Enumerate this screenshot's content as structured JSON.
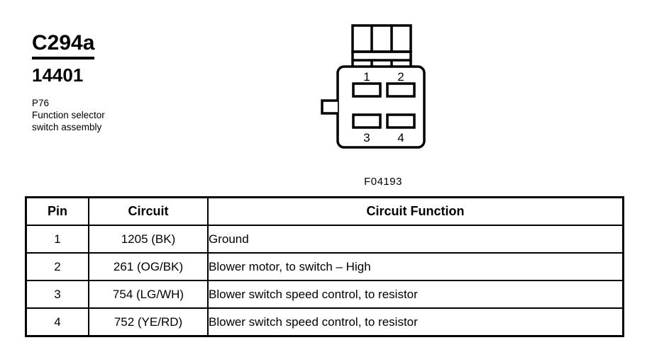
{
  "header": {
    "connector_id": "C294a",
    "part_number": "14401",
    "ref_designator": "P76",
    "description_line1": "Function selector",
    "description_line2": "switch assembly"
  },
  "connector": {
    "caption": "F04193",
    "pin_labels": [
      "1",
      "2",
      "3",
      "4"
    ]
  },
  "table": {
    "headers": {
      "pin": "Pin",
      "circuit": "Circuit",
      "function": "Circuit Function"
    },
    "rows": [
      {
        "pin": "1",
        "circuit": "1205 (BK)",
        "function": "Ground"
      },
      {
        "pin": "2",
        "circuit": "261 (OG/BK)",
        "function": "Blower motor, to switch – High"
      },
      {
        "pin": "3",
        "circuit": "754 (LG/WH)",
        "function": "Blower switch speed control, to resistor"
      },
      {
        "pin": "4",
        "circuit": "752 (YE/RD)",
        "function": "Blower switch speed control, to resistor"
      }
    ]
  },
  "colors": {
    "ink": "#000000",
    "paper": "#ffffff"
  }
}
